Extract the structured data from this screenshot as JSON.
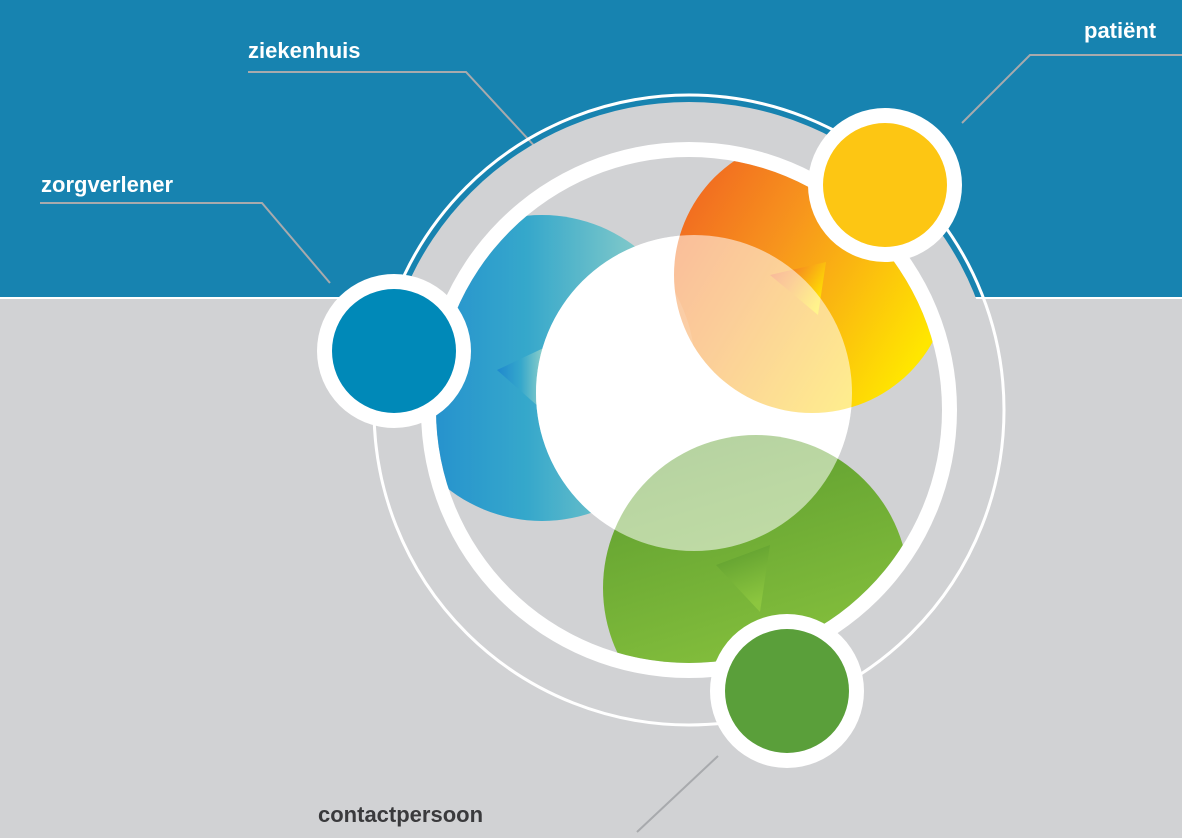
{
  "labels": {
    "hospital": "ziekenhuis",
    "patient": "patiënt",
    "caregiver": "zorgverlener",
    "contact": "contactpersoon"
  },
  "colors": {
    "top_band": "#1783b0",
    "background": "#d1d2d4",
    "caregiver": "#0089b8",
    "patient": "#fdc613",
    "contact": "#5a9f3a",
    "leader_lines": "#a8aaad",
    "ring": "#ffffff"
  },
  "icons": {
    "caregiver": "speech-bubble-blue",
    "patient": "speech-bubble-orange",
    "contact": "speech-bubble-green"
  }
}
